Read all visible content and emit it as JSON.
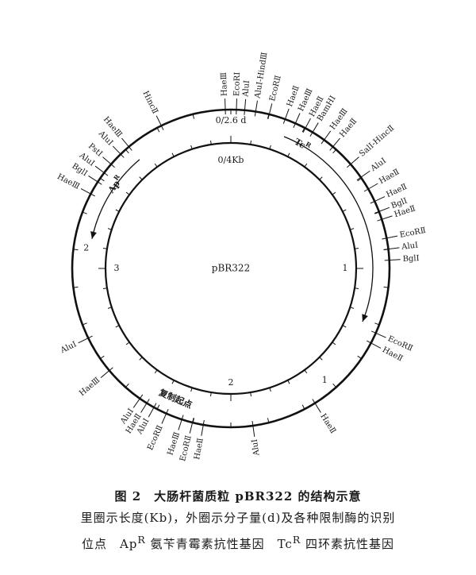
{
  "diagram": {
    "name": "pBR322",
    "inner_scale_label": "0/4Kb",
    "outer_scale_label": "0/2.6 d",
    "inner_numbers": [
      {
        "text": "1",
        "deg": 90
      },
      {
        "text": "2",
        "deg": 180
      },
      {
        "text": "3",
        "deg": 270
      }
    ],
    "outer_numbers": [
      {
        "text": "1",
        "deg": 140
      },
      {
        "text": "2",
        "deg": 278
      }
    ],
    "genes": [
      {
        "name": "Tc",
        "sup": "R",
        "from": 22,
        "to": 112,
        "dir": "cw",
        "label_deg": 30
      },
      {
        "name": "Ap",
        "sup": "R",
        "from": 320,
        "to": 282,
        "dir": "ccw",
        "label_deg": 306
      }
    ],
    "origin_label": "复制起点",
    "origin_deg": 203,
    "sites": [
      {
        "label": "HaeⅢ",
        "deg": 358,
        "side": "R"
      },
      {
        "label": "EcoRⅠ",
        "deg": 2,
        "side": "R"
      },
      {
        "label": "AluⅠ",
        "deg": 5,
        "side": "R"
      },
      {
        "label": "AluⅠ-HindⅢ",
        "deg": 9,
        "side": "R"
      },
      {
        "label": "EcoRⅡ",
        "deg": 14,
        "side": "R"
      },
      {
        "label": "HaeⅡ",
        "deg": 20,
        "side": "R"
      },
      {
        "label": "HaeⅢ",
        "deg": 24,
        "side": "R"
      },
      {
        "label": "HaeⅡ",
        "deg": 28,
        "side": "R"
      },
      {
        "label": "BamHⅠ",
        "deg": 31,
        "side": "R"
      },
      {
        "label": "HaeⅢ",
        "deg": 36,
        "side": "R"
      },
      {
        "label": "HaeⅡ",
        "deg": 40,
        "side": "R"
      },
      {
        "label": "SalⅠ-HincⅡ",
        "deg": 49,
        "side": "R"
      },
      {
        "label": "AluⅠ",
        "deg": 55,
        "side": "R"
      },
      {
        "label": "HaeⅡ",
        "deg": 60,
        "side": "R"
      },
      {
        "label": "HaeⅡ",
        "deg": 65,
        "side": "R"
      },
      {
        "label": "BglⅠ",
        "deg": 69,
        "side": "R"
      },
      {
        "label": "HaeⅡ",
        "deg": 72,
        "side": "R"
      },
      {
        "label": "EcoRⅡ",
        "deg": 79,
        "side": "R"
      },
      {
        "label": "AluⅠ",
        "deg": 83,
        "side": "R"
      },
      {
        "label": "BglⅠ",
        "deg": 87,
        "side": "R"
      },
      {
        "label": "EcoRⅡ",
        "deg": 114,
        "side": "R"
      },
      {
        "label": "HaeⅡ",
        "deg": 118,
        "side": "R"
      },
      {
        "label": "HaeⅡ",
        "deg": 148,
        "side": "R"
      },
      {
        "label": "AluⅠ",
        "deg": 172,
        "side": "L"
      },
      {
        "label": "HaeⅡ",
        "deg": 190,
        "side": "L"
      },
      {
        "label": "EcoRⅡ",
        "deg": 194,
        "side": "L"
      },
      {
        "label": "HaeⅢ",
        "deg": 198,
        "side": "L"
      },
      {
        "label": "EcoRⅡ",
        "deg": 204,
        "side": "L"
      },
      {
        "label": "AluⅠ",
        "deg": 209,
        "side": "L"
      },
      {
        "label": "HaeⅡ",
        "deg": 212,
        "side": "L"
      },
      {
        "label": "AluⅠ",
        "deg": 215,
        "side": "L"
      },
      {
        "label": "HaeⅢ",
        "deg": 230,
        "side": "L"
      },
      {
        "label": "AluⅠ",
        "deg": 244,
        "side": "L"
      },
      {
        "label": "HaeⅢ",
        "deg": 298,
        "side": "L"
      },
      {
        "label": "BglⅠ",
        "deg": 303,
        "side": "L"
      },
      {
        "label": "AluⅠ",
        "deg": 307,
        "side": "L"
      },
      {
        "label": "PstⅠ",
        "deg": 311,
        "side": "L"
      },
      {
        "label": "AluⅠ",
        "deg": 316,
        "side": "L"
      },
      {
        "label": "HaeⅢ",
        "deg": 320,
        "side": "L"
      },
      {
        "label": "HincⅡ",
        "deg": 334,
        "side": "L"
      }
    ]
  },
  "caption": {
    "line1": "图 2　大肠杆菌质粒 pBR322 的结构示意",
    "line2": "里圈示长度(Kb)，外圈示分子量(d)及各种限制酶的识别",
    "line3": "位点　Ap",
    "line3_sup1": "R",
    "line3_mid": " 氨苄青霉素抗性基因　Tc",
    "line3_sup2": "R",
    "line3_end": " 四环素抗性基因"
  }
}
